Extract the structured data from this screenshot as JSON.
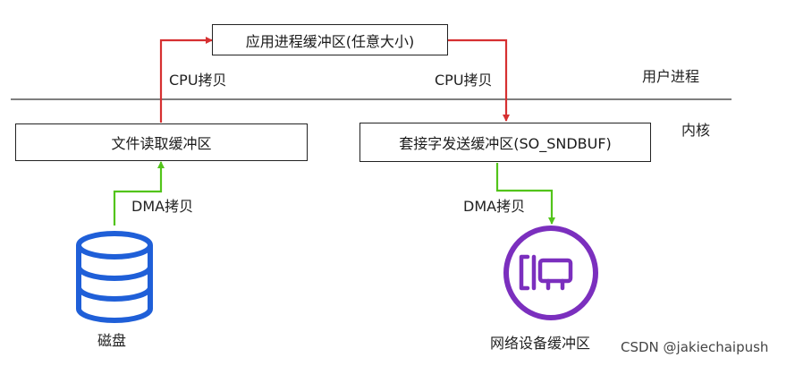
{
  "boxes": {
    "app_buffer": "应用进程缓冲区(任意大小)",
    "file_buffer": "文件读取缓冲区",
    "socket_buffer": "套接字发送缓冲区(SO_SNDBUF)"
  },
  "labels": {
    "cpu_copy_left": "CPU拷贝",
    "cpu_copy_right": "CPU拷贝",
    "user_process": "用户进程",
    "kernel": "内核",
    "dma_copy_left": "DMA拷贝",
    "dma_copy_right": "DMA拷贝",
    "disk": "磁盘",
    "nic_buffer": "网络设备缓冲区"
  },
  "colors": {
    "cpu_arrow": "#d63031",
    "dma_arrow": "#52c41a",
    "disk_icon": "#1f5fd8",
    "nic_icon": "#7b2fbe"
  },
  "icons": {
    "disk": "database-icon",
    "nic": "network-card-icon"
  },
  "watermark": "CSDN @jakiechaipush"
}
